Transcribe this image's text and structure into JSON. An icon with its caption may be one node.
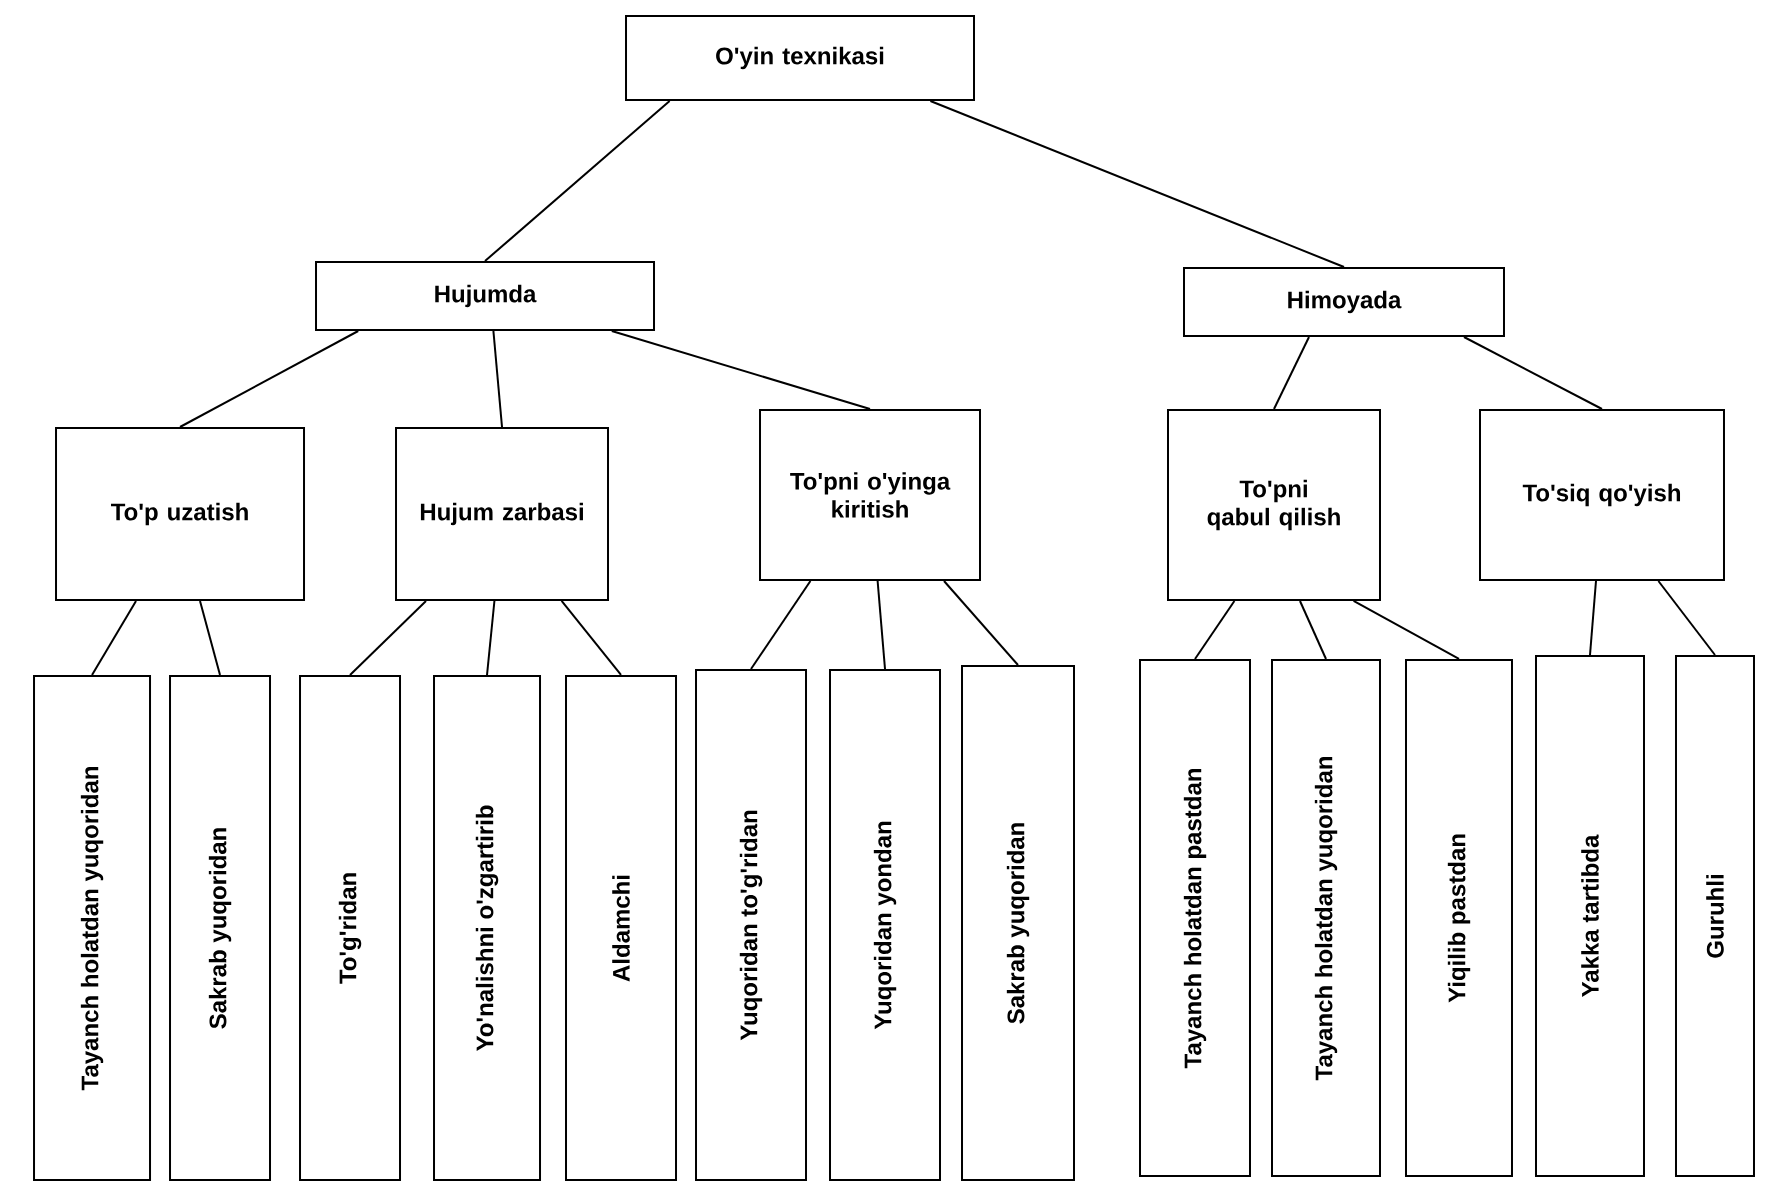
{
  "diagram": {
    "nodes": [
      {
        "text": [
          "O'yin texnikasi"
        ]
      },
      {
        "text": [
          "Hujumda"
        ]
      },
      {
        "text": [
          "Himoyada"
        ]
      },
      {
        "text": [
          "To'p uzatish"
        ]
      },
      {
        "text": [
          "Hujum zarbasi"
        ]
      },
      {
        "text": [
          "To'pni o'yinga kiritish"
        ]
      },
      {
        "text": [
          "To'pni qabul qilish"
        ]
      },
      {
        "text": [
          "To'siq qo'yish"
        ]
      },
      {
        "text": [
          "Tayanch holatdan yuqoridan"
        ]
      },
      {
        "text": [
          "Sakrab yuqoridan"
        ]
      },
      {
        "text": [
          "To'g'ridan"
        ]
      },
      {
        "text": [
          "Yo'nalishni o'zgartirib"
        ]
      },
      {
        "text": [
          "Aldamchi"
        ]
      },
      {
        "text": [
          "Yuqoridan to'g'ridan"
        ]
      },
      {
        "text": [
          "Yuqoridan yondan"
        ]
      },
      {
        "text": [
          "Sakrab yuqoridan"
        ]
      },
      {
        "text": [
          "Tayanch holatdan pastdan"
        ]
      },
      {
        "text": [
          "Tayanch holatdan yuqoridan"
        ]
      },
      {
        "text": [
          "Yiqilib pastdan"
        ]
      },
      {
        "text": [
          "Yakka tartibda"
        ]
      },
      {
        "text": [
          "Guruhli"
        ]
      }
    ],
    "edges": [
      {
        "from": 0,
        "to": 1,
        "arrow": "none"
      },
      {
        "from": 0,
        "to": 2,
        "arrow": "none"
      },
      {
        "from": 1,
        "to": 3,
        "arrow": "none"
      },
      {
        "from": 1,
        "to": 4,
        "arrow": "none"
      },
      {
        "from": 1,
        "to": 5,
        "arrow": "none"
      },
      {
        "from": 2,
        "to": 6,
        "arrow": "none"
      },
      {
        "from": 2,
        "to": 7,
        "arrow": "none"
      },
      {
        "from": 3,
        "to": 8,
        "arrow": "none"
      },
      {
        "from": 3,
        "to": 9,
        "arrow": "none"
      },
      {
        "from": 4,
        "to": 10,
        "arrow": "none"
      },
      {
        "from": 4,
        "to": 11,
        "arrow": "none"
      },
      {
        "from": 4,
        "to": 12,
        "arrow": "none"
      },
      {
        "from": 5,
        "to": 13,
        "arrow": "none"
      },
      {
        "from": 5,
        "to": 14,
        "arrow": "none"
      },
      {
        "from": 5,
        "to": 15,
        "arrow": "none"
      },
      {
        "from": 6,
        "to": 16,
        "arrow": "none"
      },
      {
        "from": 6,
        "to": 17,
        "arrow": "none"
      },
      {
        "from": 6,
        "to": 18,
        "arrow": "none"
      },
      {
        "from": 7,
        "to": 19,
        "arrow": "none"
      },
      {
        "from": 7,
        "to": 20,
        "arrow": "none"
      }
    ]
  }
}
